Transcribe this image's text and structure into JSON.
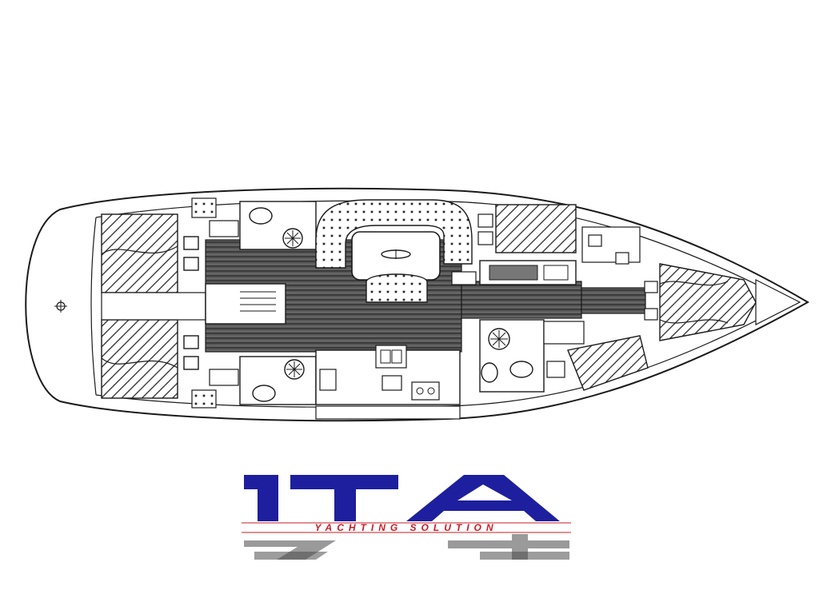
{
  "diagram": {
    "subject": "sailing yacht interior layout",
    "colors": {
      "line": "#1a1a1a",
      "sole": "#4a4a4a",
      "hatch": "#2b2b2b",
      "paper": "#ffffff"
    }
  },
  "logo": {
    "brand": "ITA",
    "tagline": "YACHTING SOLUTION",
    "number": "74",
    "colors": {
      "blue": "#1d1f9e",
      "red": "#c81d25",
      "grey": "#9a9a9a",
      "dark": "#4d4d4d"
    }
  }
}
